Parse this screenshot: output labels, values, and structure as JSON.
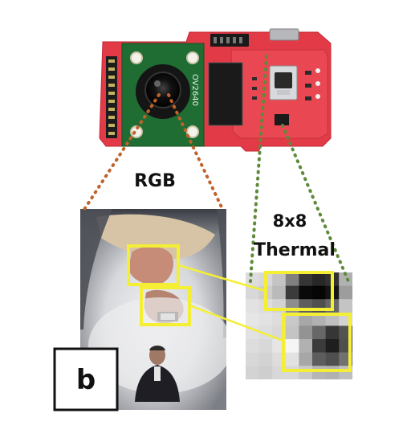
{
  "board": {
    "camera_module_label": "OV2640"
  },
  "labels": {
    "rgb": "RGB",
    "thermal_line1": "8x8",
    "thermal_line2": "Thermal",
    "panel_letter": "b"
  },
  "colors": {
    "rgb_link": "#c0622a",
    "thermal_link": "#5d8a3a",
    "highlight_box": "#f4ef34",
    "board_red": "#e23a45",
    "camera_green": "#1f6d33"
  },
  "thermal_grid": [
    [
      0.88,
      0.86,
      0.78,
      0.5,
      0.2,
      0.14,
      0.18,
      0.7
    ],
    [
      0.86,
      0.82,
      0.74,
      0.22,
      0.02,
      0.0,
      0.06,
      0.62
    ],
    [
      0.9,
      0.88,
      0.84,
      0.56,
      0.36,
      0.3,
      0.4,
      0.78
    ],
    [
      0.92,
      0.9,
      0.88,
      0.8,
      0.66,
      0.7,
      0.76,
      0.84
    ],
    [
      0.9,
      0.88,
      0.86,
      0.78,
      0.58,
      0.4,
      0.2,
      0.32
    ],
    [
      0.88,
      0.86,
      0.92,
      0.98,
      0.7,
      0.22,
      0.1,
      0.3
    ],
    [
      0.86,
      0.84,
      0.88,
      0.9,
      0.66,
      0.36,
      0.3,
      0.44
    ],
    [
      0.84,
      0.82,
      0.86,
      0.86,
      0.8,
      0.72,
      0.7,
      0.76
    ]
  ]
}
